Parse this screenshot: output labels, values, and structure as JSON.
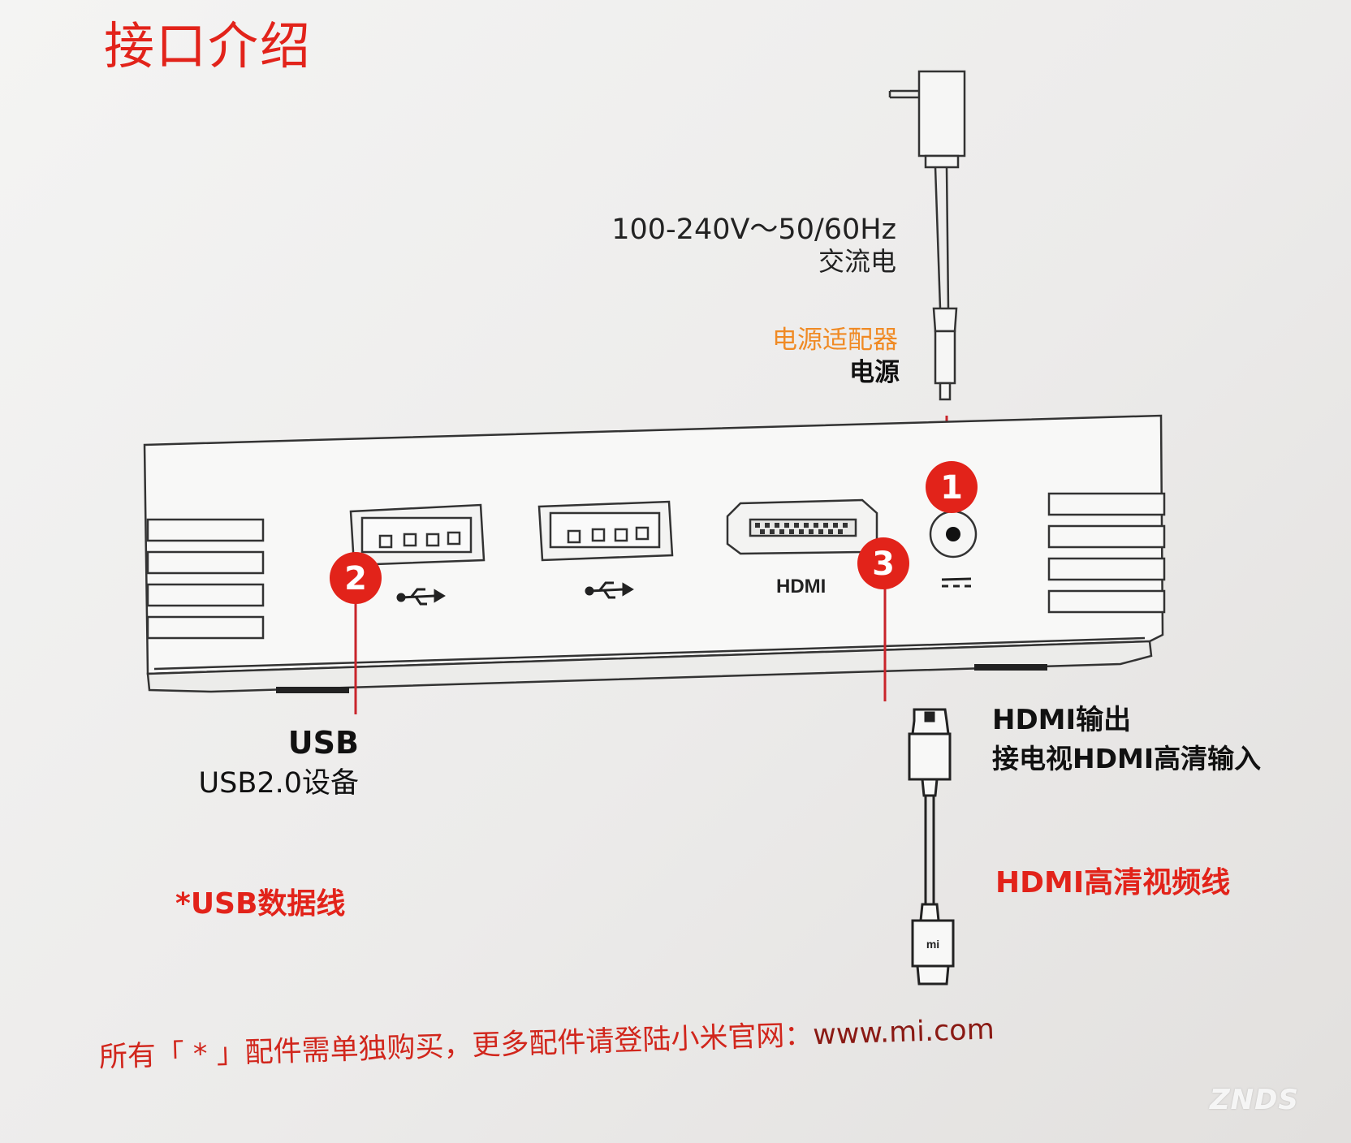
{
  "title": "接口介绍",
  "power": {
    "voltage": "100-240V～50/60Hz",
    "current_type": "交流电",
    "adapter_label": "电源适配器",
    "adapter_sub": "电源",
    "port_number": "1"
  },
  "usb": {
    "port_number": "2",
    "name": "USB",
    "description": "USB2.0设备",
    "cable": "*USB数据线"
  },
  "hdmi": {
    "port_number": "3",
    "port_label": "HDMI",
    "name": "HDMI输出",
    "description": "接电视HDMI高清输入",
    "cable": "HDMI高清视频线",
    "plug_logo": "mi"
  },
  "footer": {
    "note": "所有「 * 」配件需单独购买，更多配件请登陆小米官网：",
    "url": "www.mi.com"
  },
  "watermark": "ZNDS",
  "colors": {
    "accent_red": "#e2231a",
    "orange": "#f08a24",
    "line": "#333333"
  },
  "icons": [
    "power-adapter-icon",
    "usb-symbol-icon",
    "dc-power-symbol-icon",
    "hdmi-plug-icon"
  ]
}
